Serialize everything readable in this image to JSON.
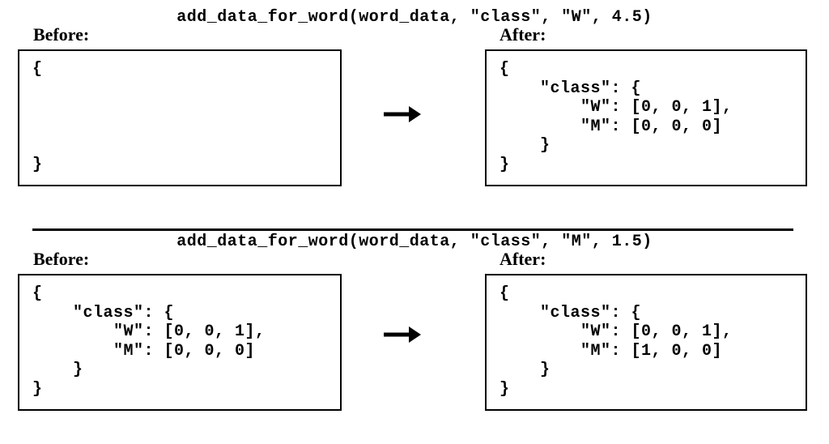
{
  "figure": {
    "description_colors": {
      "ink": "#000000",
      "background": "#ffffff"
    },
    "sections": [
      {
        "title": "add_data_for_word(word_data, \"class\", \"W\", 4.5)",
        "before_label": "Before:",
        "after_label": "After:",
        "before_code": "{\n\n\n\n\n}",
        "after_code": "{\n    \"class\": {\n        \"W\": [0, 0, 1],\n        \"M\": [0, 0, 0]\n    }\n}"
      },
      {
        "title": "add_data_for_word(word_data, \"class\", \"M\", 1.5)",
        "before_label": "Before:",
        "after_label": "After:",
        "before_code": "{\n    \"class\": {\n        \"W\": [0, 0, 1],\n        \"M\": [0, 0, 0]\n    }\n}",
        "after_code": "{\n    \"class\": {\n        \"W\": [0, 0, 1],\n        \"M\": [1, 0, 0]\n    }\n}"
      }
    ],
    "icons": {
      "arrow": "right-arrow"
    }
  }
}
